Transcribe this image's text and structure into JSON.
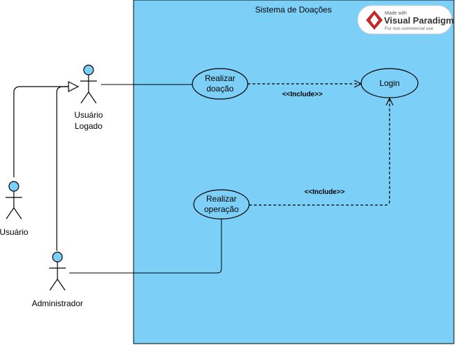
{
  "system": {
    "title": "Sistema de Doações"
  },
  "badge": {
    "made_with": "Made with",
    "brand": "Visual Paradigm",
    "note": "For non-commercial use"
  },
  "actors": {
    "logado": {
      "line1": "Usuário",
      "line2": "Logado"
    },
    "usuario": {
      "label": "Usuário"
    },
    "admin": {
      "label": "Administrador"
    }
  },
  "use_cases": {
    "doacao": {
      "line1": "Realizar",
      "line2": "doação"
    },
    "operacao": {
      "line1": "Realizar",
      "line2": "operação"
    },
    "login": {
      "label": "Login"
    }
  },
  "relations": {
    "include_1": "<<Include>>",
    "include_2": "<<Include>>"
  },
  "colors": {
    "system_fill": "#7ccff6",
    "actor_head": "#7ccff6",
    "usecase_fill": "#7ccff6"
  }
}
